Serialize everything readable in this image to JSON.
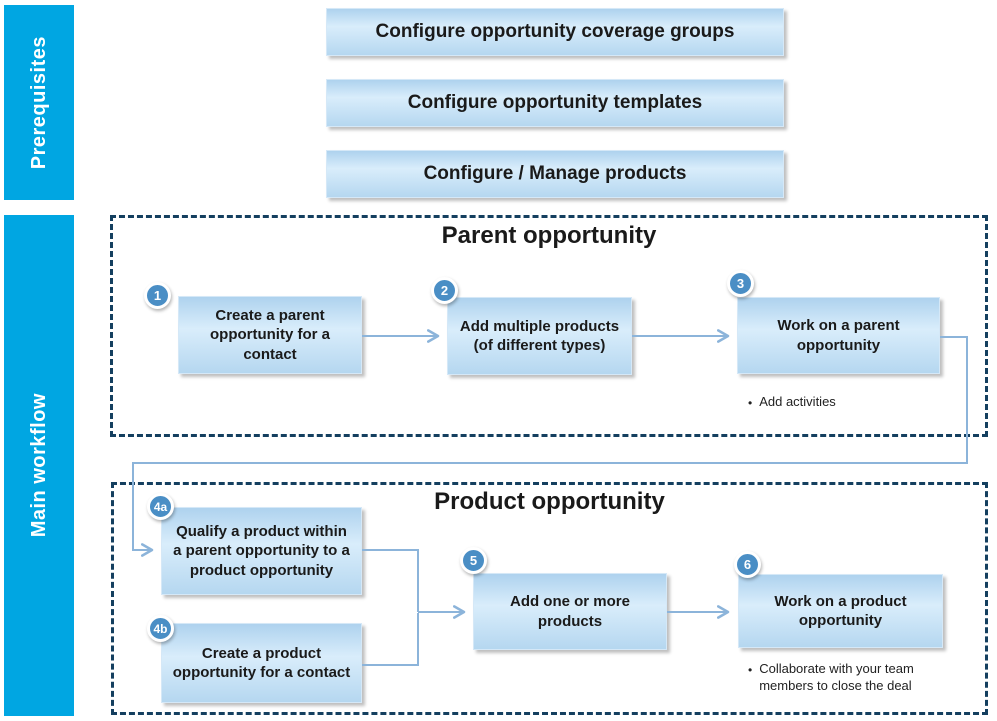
{
  "theme": {
    "sidebar_blue": "#00a6e2",
    "dash_navy": "#143f5f",
    "circle_blue": "#4a8ec5",
    "connector_blue": "#8cb4da",
    "box_grad_top": "#aed2ee",
    "box_grad_mid": "#d9edfb",
    "box_grad_bottom": "#b5d7f0",
    "text_dark": "#1a1a1a"
  },
  "ui": {
    "bullet_char": "•"
  },
  "sidebar": {
    "prerequisites_label": "Prerequisites",
    "main_workflow_label": "Main workflow"
  },
  "prerequisites": {
    "items": [
      {
        "label": "Configure opportunity coverage groups"
      },
      {
        "label": "Configure opportunity templates"
      },
      {
        "label": "Configure / Manage products"
      }
    ]
  },
  "parent_section": {
    "title": "Parent opportunity",
    "steps": [
      {
        "number": "1",
        "label": "Create a parent opportunity for a contact"
      },
      {
        "number": "2",
        "label": "Add multiple products (of different types)"
      },
      {
        "number": "3",
        "label": "Work on a parent opportunity",
        "notes": [
          "Add activities"
        ]
      }
    ]
  },
  "product_section": {
    "title": "Product opportunity",
    "steps": [
      {
        "number": "4a",
        "label": "Qualify a product within a parent opportunity to a product opportunity"
      },
      {
        "number": "4b",
        "label": "Create a product opportunity for a contact"
      },
      {
        "number": "5",
        "label": "Add one or more products"
      },
      {
        "number": "6",
        "label": "Work on a product opportunity",
        "notes": [
          "Collaborate with your team members to close the deal"
        ]
      }
    ]
  }
}
